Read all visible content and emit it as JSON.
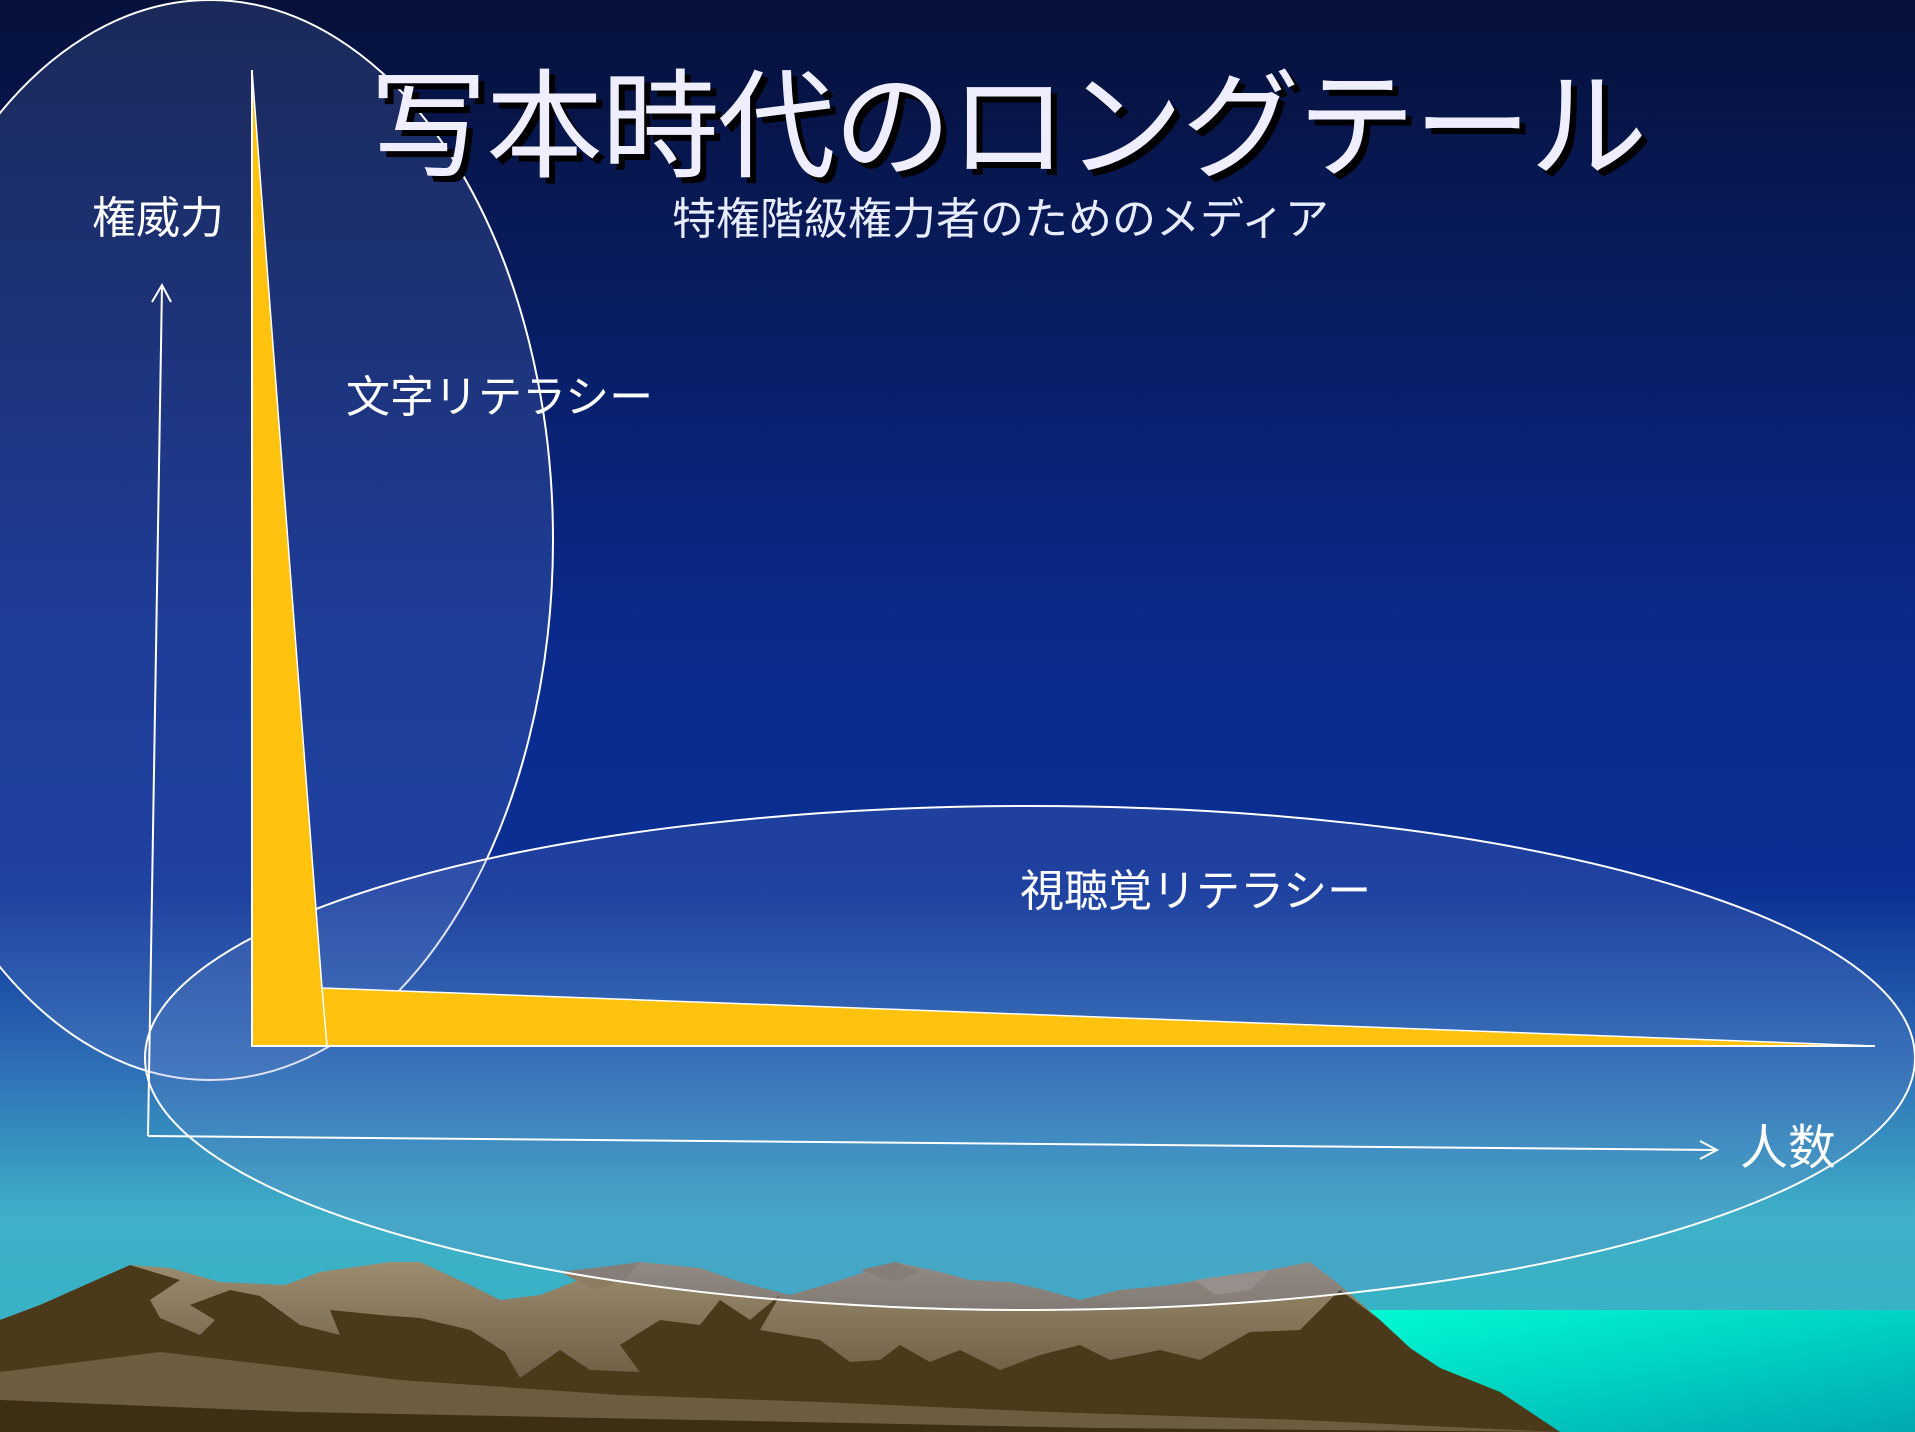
{
  "slide": {
    "title": "写本時代のロングテール",
    "subtitle": "特権階級権力者のためのメディア"
  },
  "axes": {
    "y_label": "権威力",
    "x_label": "人数"
  },
  "regions": {
    "text_literacy": "文字リテラシー",
    "audiovisual_literacy": "視聴覚リテラシー"
  },
  "colors": {
    "sky_top": "#06103a",
    "sky_mid": "#0a2a8c",
    "sky_low": "#2d6cb5",
    "horizon": "#3fb0c8",
    "sea": "#00e6c8",
    "tail_fill": "#ffc20e",
    "lines": "#ffffff",
    "mountain_light": "#8a7a62",
    "mountain_dark": "#4a3a1a"
  }
}
